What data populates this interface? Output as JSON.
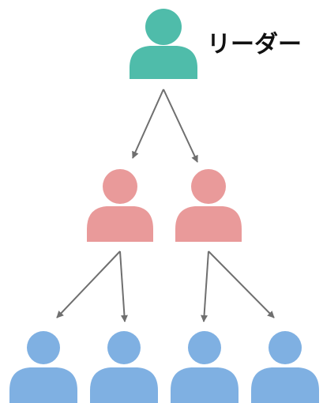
{
  "leader": {
    "label": "リーダー",
    "color": "#4fbcaa"
  },
  "sub_leaders": {
    "color": "#e99a9a",
    "count": 2
  },
  "members": {
    "color": "#7fb0e2",
    "count": 4
  },
  "arrow_color": "#6f6f6f"
}
